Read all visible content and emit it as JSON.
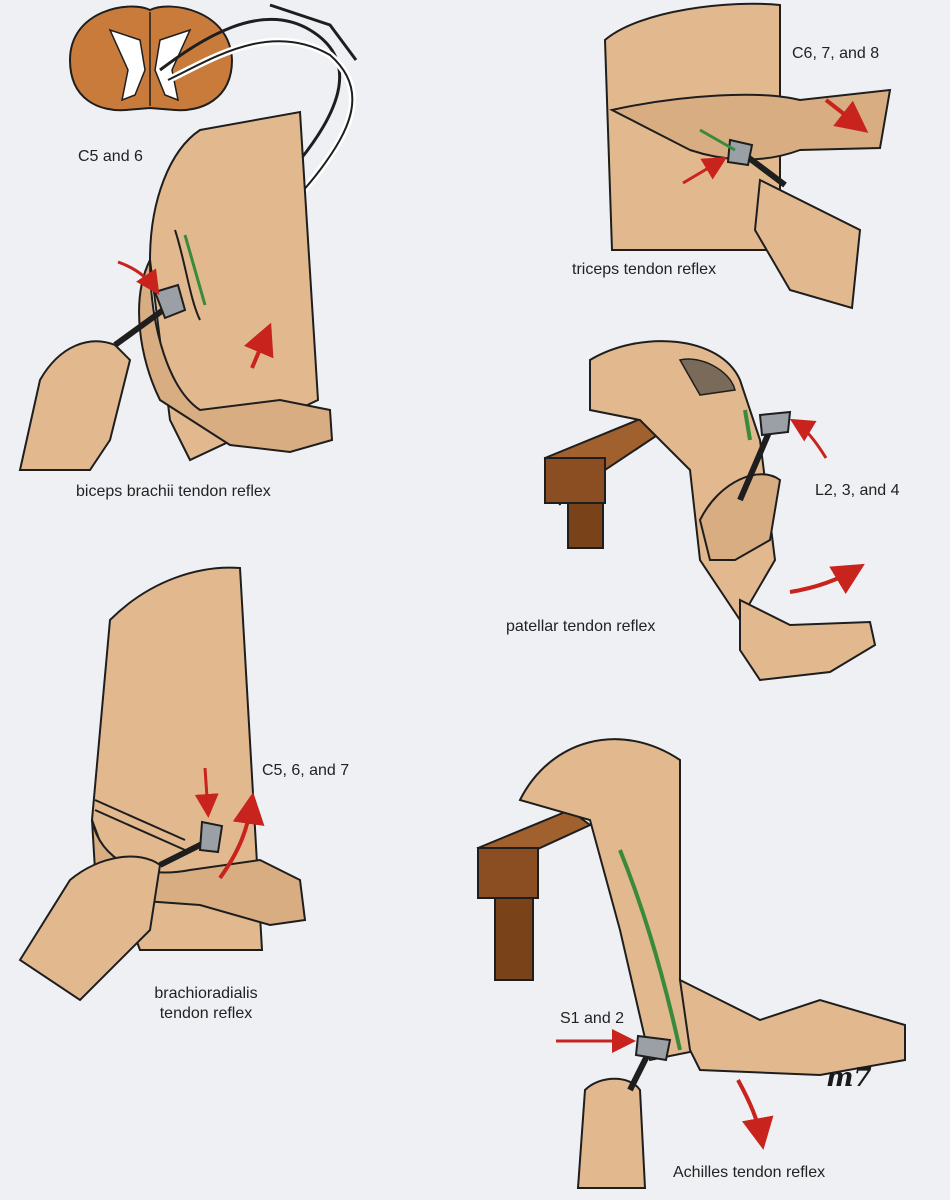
{
  "labels": {
    "c5_6": "C5 and 6",
    "c6_7_8": "C6, 7, and 8",
    "triceps": "triceps tendon reflex",
    "biceps": "biceps brachii tendon reflex",
    "l2_3_4": "L2, 3, and 4",
    "patellar": "patellar tendon reflex",
    "c5_6_7": "C5, 6, and 7",
    "brachioradialis": "brachioradialis tendon reflex",
    "s1_2": "S1 and 2",
    "achilles": "Achilles tendon reflex"
  },
  "signature": "m7",
  "colors": {
    "skin": "#e2b98f",
    "skin_shadow": "#c99a6f",
    "spinal_cord": "#c97b3c",
    "wood": "#8a4e22",
    "arrow": "#c8231c",
    "hammer": "#9aa0a6",
    "tendon_green": "#3a8a3c",
    "outline": "#1e1e1e",
    "background": "#eef0f3"
  }
}
